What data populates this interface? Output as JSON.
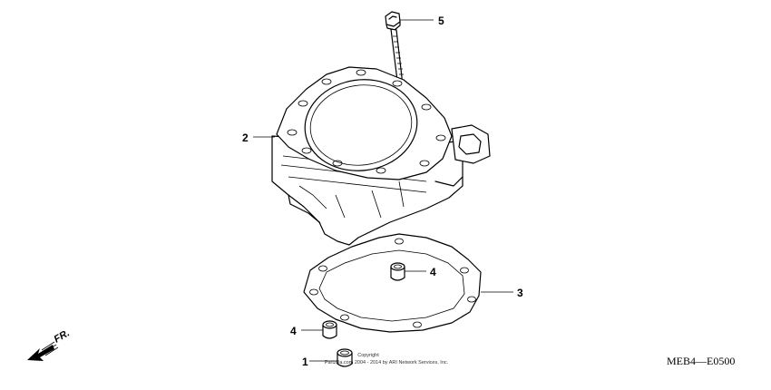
{
  "callouts": {
    "c1": "1",
    "c2": "2",
    "c3": "3",
    "c4a": "4",
    "c4b": "4",
    "c5": "5"
  },
  "diagram_code": "MEB4—E0500",
  "direction_label": "FR.",
  "copyright": {
    "line1": "Copyright",
    "line2": "Partzilla.com 2004 - 2014 by ARI Network Services, Inc."
  },
  "parts": [
    "bolt-icon",
    "cylinder-icon",
    "cylinder-gasket-icon",
    "dowel-pin-icon",
    "front-arrow-icon"
  ]
}
